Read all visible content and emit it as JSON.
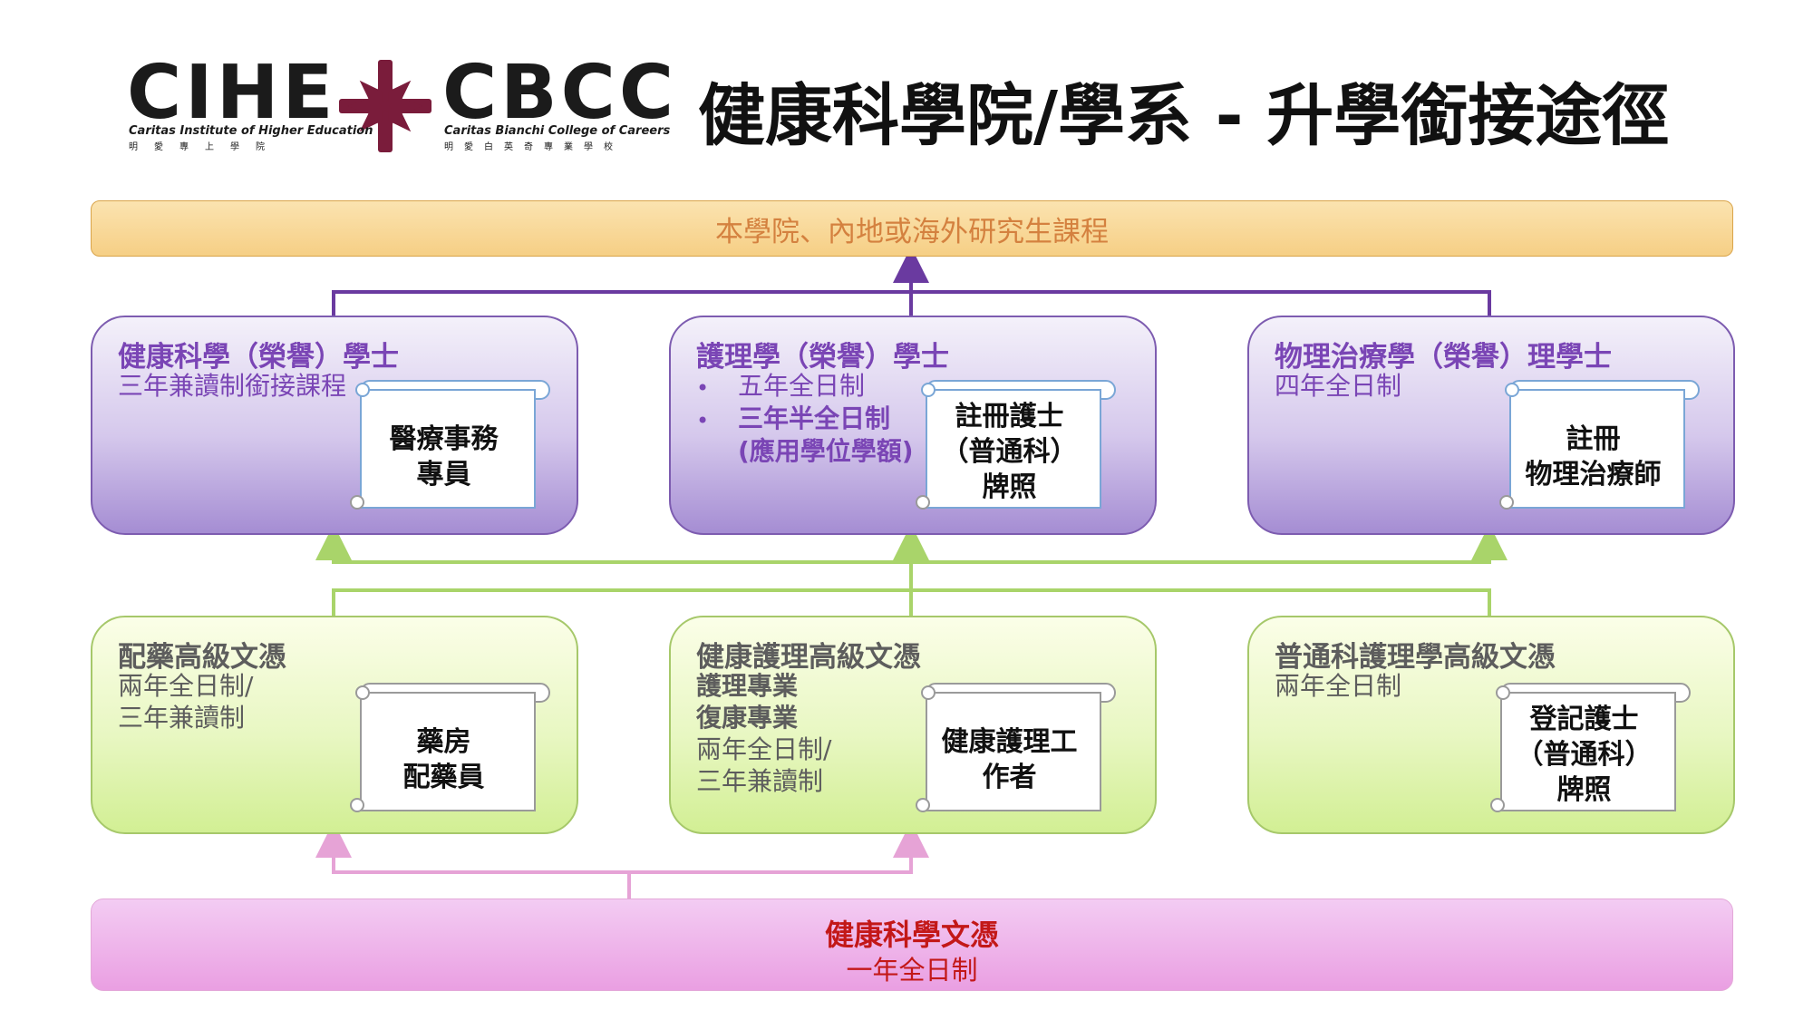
{
  "header": {
    "logo_left": "CIHE",
    "logo_left_en": "Caritas Institute of Higher Education",
    "logo_left_zh": "明愛專上學院",
    "logo_right": "CBCC",
    "logo_right_en": "Caritas Bianchi College of Careers",
    "logo_right_zh": "明愛白英奇專業學校",
    "title": "健康科學院/學系 - 升學銜接途徑"
  },
  "top_bar": {
    "label": "本學院、內地或海外研究生課程"
  },
  "degrees": [
    {
      "title": "健康科學（榮譽）學士",
      "lines": [
        "三年兼讀制銜接課程"
      ],
      "card": [
        "醫療事務",
        "專員"
      ]
    },
    {
      "title": "護理學（榮譽）學士",
      "lines": [
        "五年全日制",
        "三年半全日制",
        "(應用學位學額)"
      ],
      "card": [
        "註冊護士",
        "（普通科）",
        "牌照"
      ]
    },
    {
      "title": "物理治療學（榮譽）理學士",
      "lines": [
        "四年全日制"
      ],
      "card": [
        "註冊",
        "物理治療師"
      ]
    }
  ],
  "diplomas": [
    {
      "title": "配藥高級文憑",
      "lines": [
        "兩年全日制/",
        "三年兼讀制"
      ],
      "card": [
        "藥房",
        "配藥員"
      ]
    },
    {
      "title": "健康護理高級文憑",
      "lines": [
        "護理專業",
        "復康專業",
        "兩年全日制/",
        "三年兼讀制"
      ],
      "card": [
        "健康護理工",
        "作者"
      ]
    },
    {
      "title": "普通科護理學高級文憑",
      "lines": [
        "兩年全日制"
      ],
      "card": [
        "登記護士",
        "（普通科）",
        "牌照"
      ]
    }
  ],
  "bottom_bar": {
    "title": "健康科學文憑",
    "subtitle": "一年全日制"
  },
  "colors": {
    "purple_arrow": "#6a3aa0",
    "green_arrow": "#a9d46a",
    "pink_arrow": "#e6a3d6",
    "logo_cross": "#7a1c3b"
  }
}
